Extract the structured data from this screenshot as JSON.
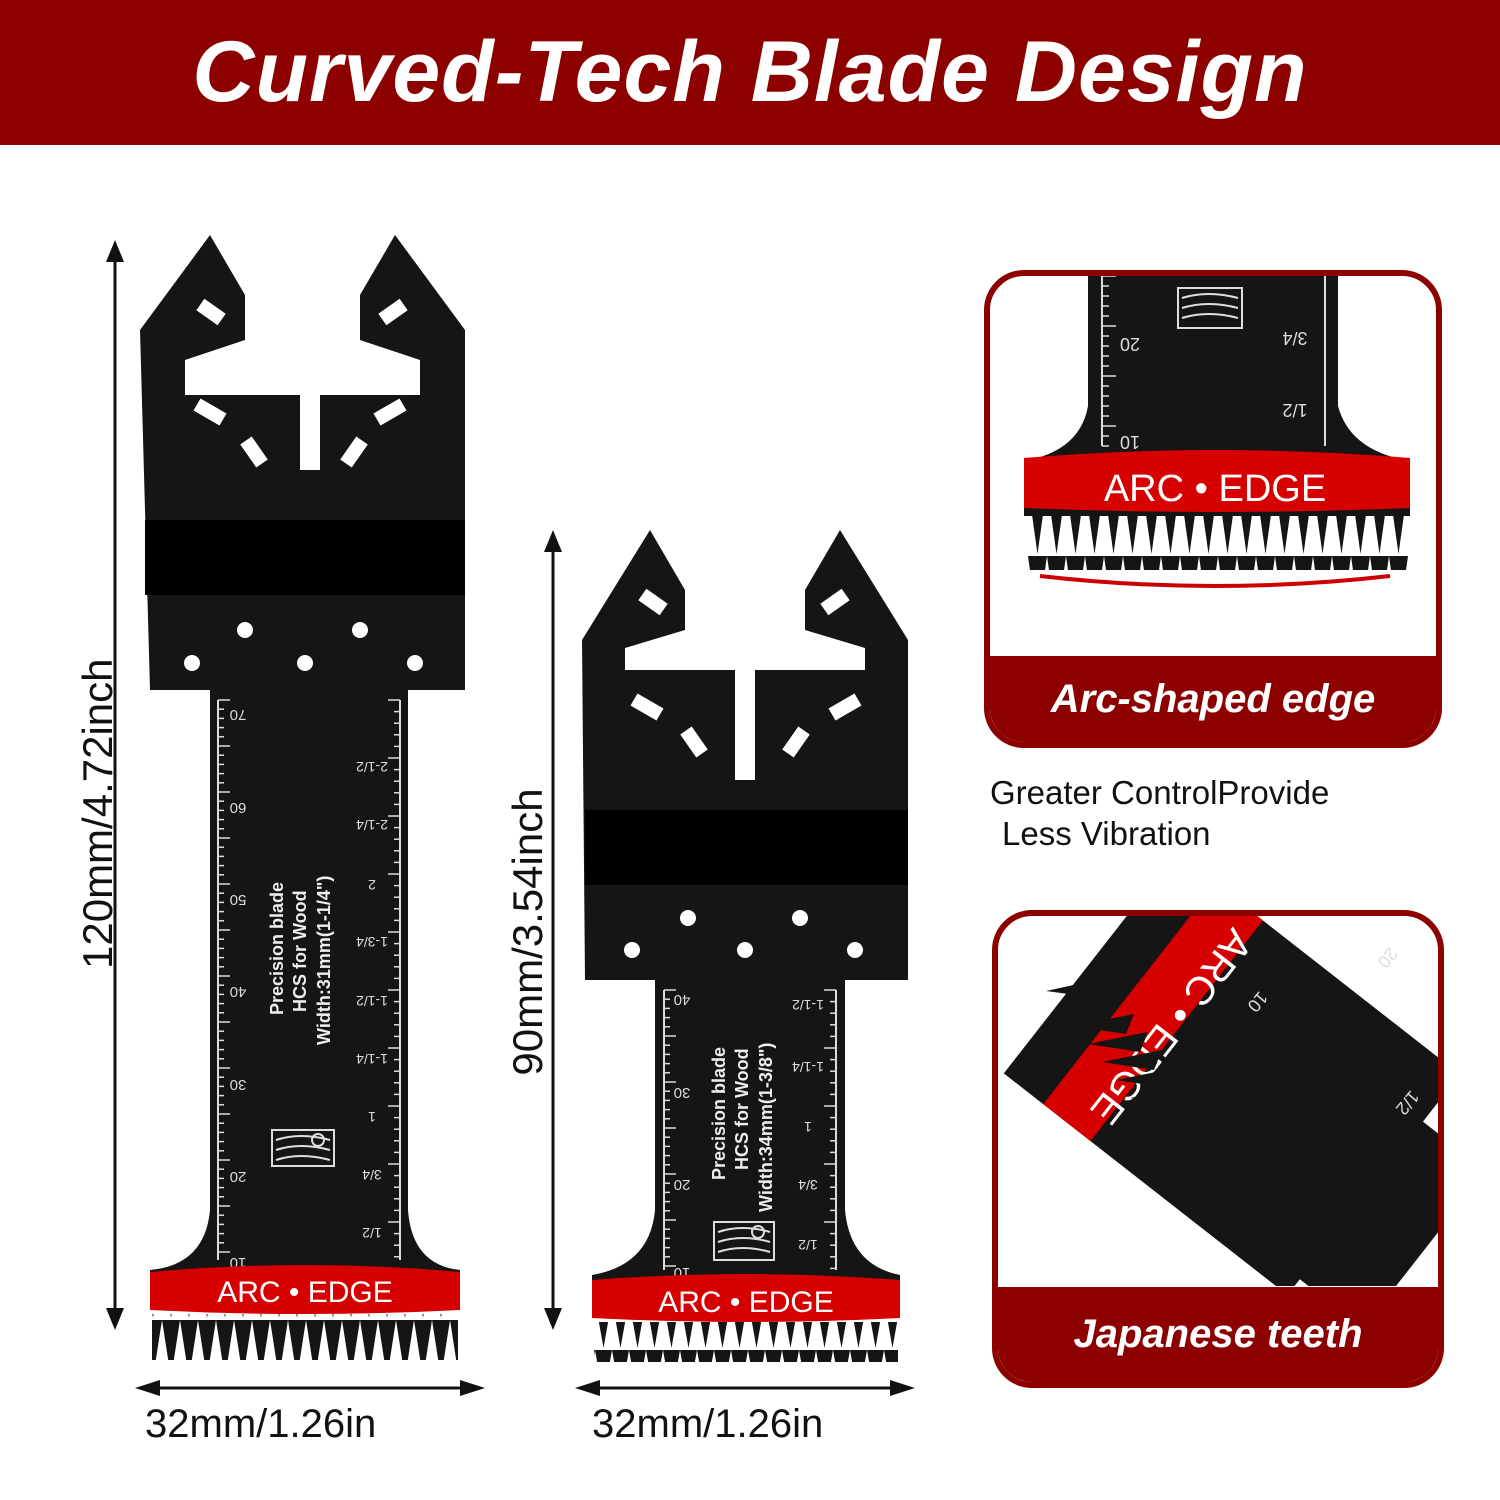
{
  "header": {
    "title": "Curved-Tech Blade Design"
  },
  "colors": {
    "brand_red": "#8c0000",
    "band_red": "#d60000",
    "blade_black": "#151515"
  },
  "large_blade": {
    "height_label": "120mm/4.72inch",
    "width_label": "32mm/1.26in",
    "band_text": "ARC • EDGE",
    "spec_lines": [
      "Precision blade",
      "HCS for Wood",
      "Width:31mm(1-1/4\")"
    ],
    "metric_ticks": [
      "70",
      "60",
      "50",
      "40",
      "30",
      "20",
      "10"
    ],
    "imperial_ticks": [
      "2-1/2",
      "2-1/4",
      "2",
      "1-3/4",
      "1-1/2",
      "1-1/4",
      "1",
      "3/4",
      "1/2"
    ],
    "wood_icon": "wood-grain-icon"
  },
  "small_blade": {
    "height_label": "90mm/3.54inch",
    "width_label": "32mm/1.26in",
    "band_text": "ARC • EDGE",
    "spec_lines": [
      "Precision blade",
      "HCS for Wood",
      "Width:34mm(1-3/8\")"
    ],
    "metric_ticks": [
      "40",
      "30",
      "20",
      "10"
    ],
    "imperial_ticks": [
      "1-1/2",
      "1-1/4",
      "1",
      "3/4",
      "1/2"
    ],
    "wood_icon": "wood-grain-icon"
  },
  "card_top": {
    "title": "Arc-shaped edge",
    "band_text": "ARC • EDGE",
    "metric_ticks": [
      "20",
      "10"
    ],
    "imperial_ticks": [
      "3/4",
      "1/2"
    ]
  },
  "note": {
    "line1": "Greater ControlProvide",
    "line2": "Less Vibration"
  },
  "card_bottom": {
    "title": "Japanese teeth",
    "band_text": "ARC • EDGE",
    "metric_ticks": [
      "20",
      "10"
    ],
    "imperial_ticks": [
      "1/2"
    ]
  }
}
